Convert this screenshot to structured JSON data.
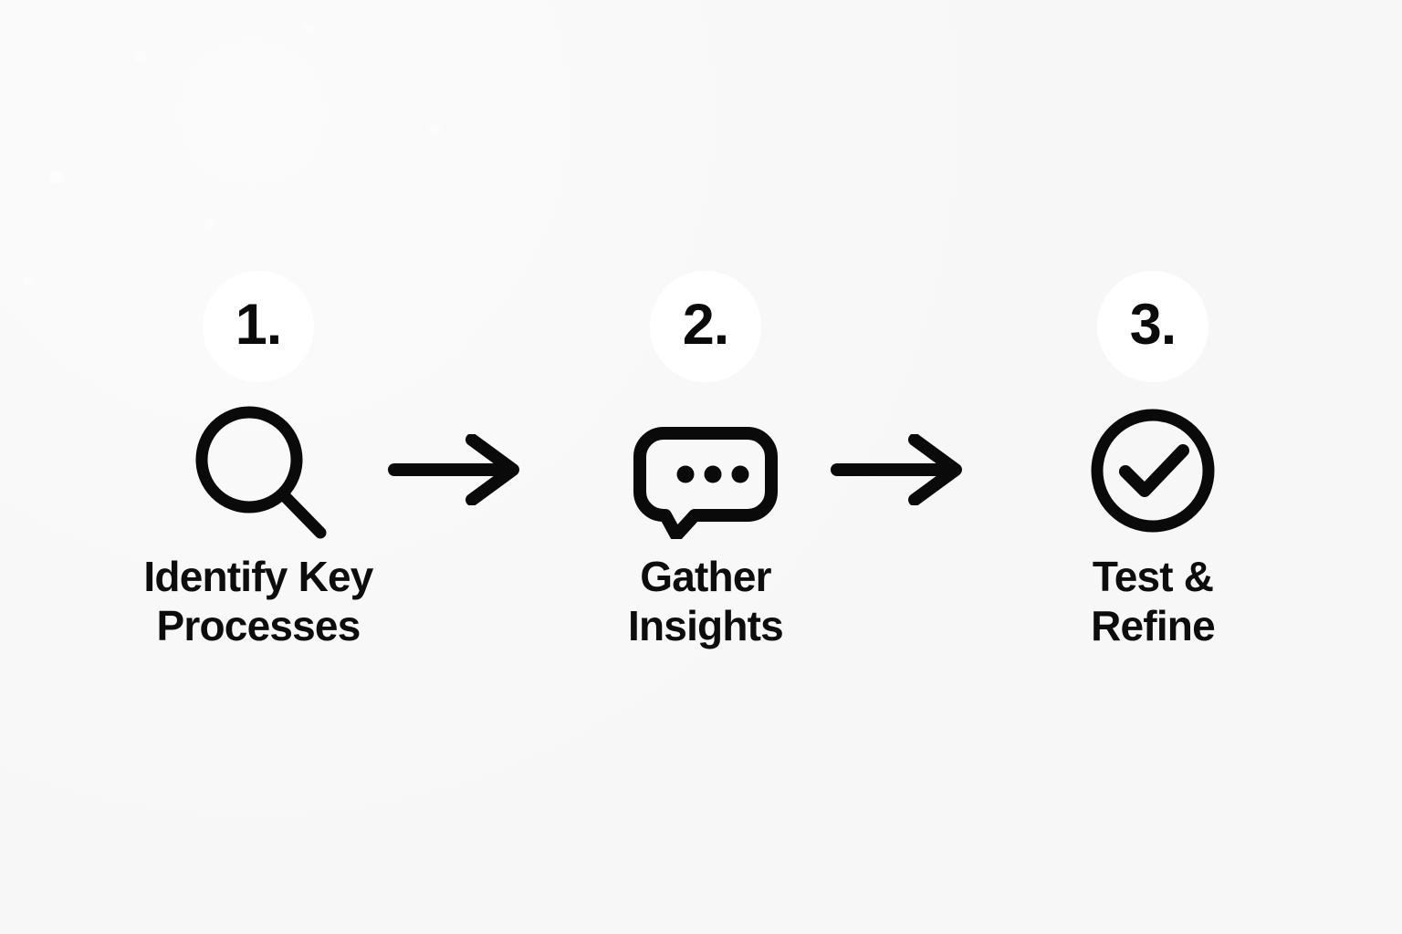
{
  "page": {
    "title": "Process Steps Infographic",
    "background_color": "#F7F7F7",
    "ink_color": "#0A0A0A",
    "badge_color": "#FFFFFF"
  },
  "flow": {
    "steps": [
      {
        "number": "1.",
        "icon": "magnifier-icon",
        "label_line1": "Identify Key",
        "label_line2": "Processes"
      },
      {
        "number": "2.",
        "icon": "speech-bubble-dots-icon",
        "label_line1": "Gather",
        "label_line2": "Insights"
      },
      {
        "number": "3.",
        "icon": "check-circle-icon",
        "label_line1": "Test &",
        "label_line2": "Refine"
      }
    ],
    "connectors": [
      {
        "icon": "arrow-right-icon"
      },
      {
        "icon": "arrow-right-icon"
      }
    ]
  }
}
